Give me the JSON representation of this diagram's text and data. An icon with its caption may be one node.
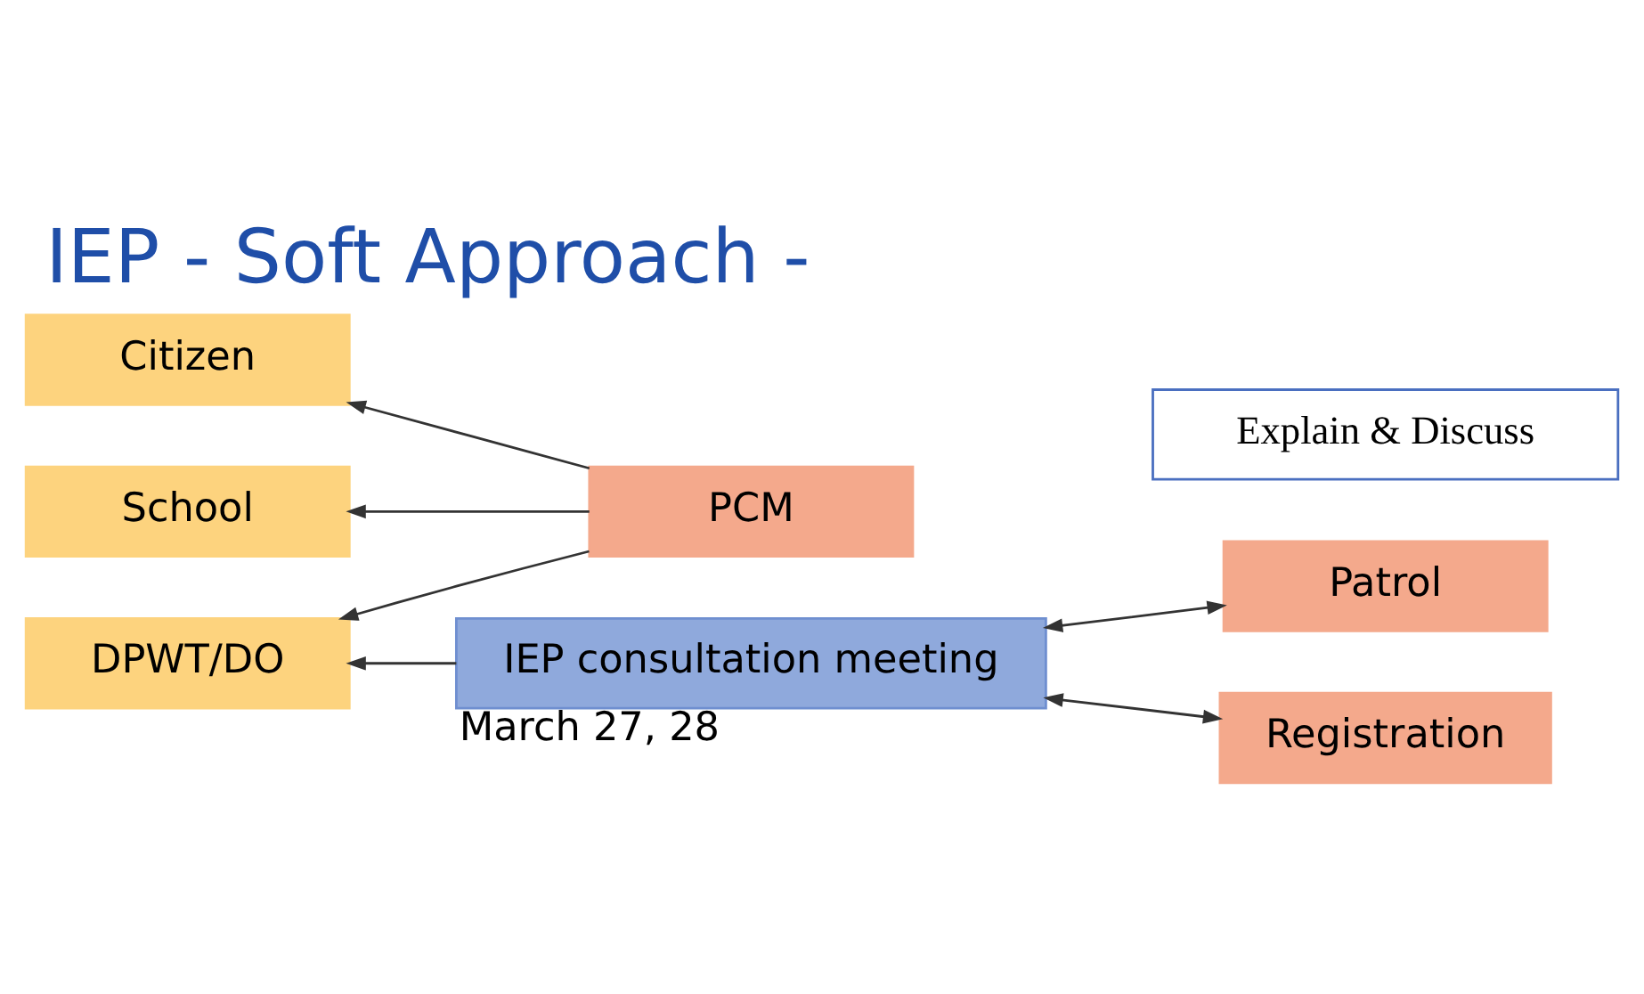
{
  "diagram": {
    "title": "IEP - Soft Approach -",
    "nodes": [
      {
        "text": [
          "PCM"
        ]
      },
      {
        "text": [
          "Citizen"
        ]
      },
      {
        "text": [
          "School"
        ]
      },
      {
        "text": [
          "DPWT/DO"
        ]
      },
      {
        "text": [
          "IEP consultation meeting"
        ],
        "beside": [
          "March 27, 28"
        ]
      },
      {
        "text": [
          "Patrol"
        ]
      },
      {
        "text": [
          "Registration"
        ]
      },
      {
        "text": [
          "Explain & Discuss"
        ]
      }
    ],
    "edges": [
      {
        "from": 0,
        "to": 1,
        "arrow": "to"
      },
      {
        "from": 0,
        "to": 2,
        "arrow": "to"
      },
      {
        "from": 0,
        "to": 3,
        "arrow": "to"
      },
      {
        "from": 4,
        "to": 3,
        "arrow": "to"
      },
      {
        "from": 5,
        "to": 4,
        "arrow": "both"
      },
      {
        "from": 6,
        "to": 4,
        "arrow": "both"
      }
    ]
  }
}
